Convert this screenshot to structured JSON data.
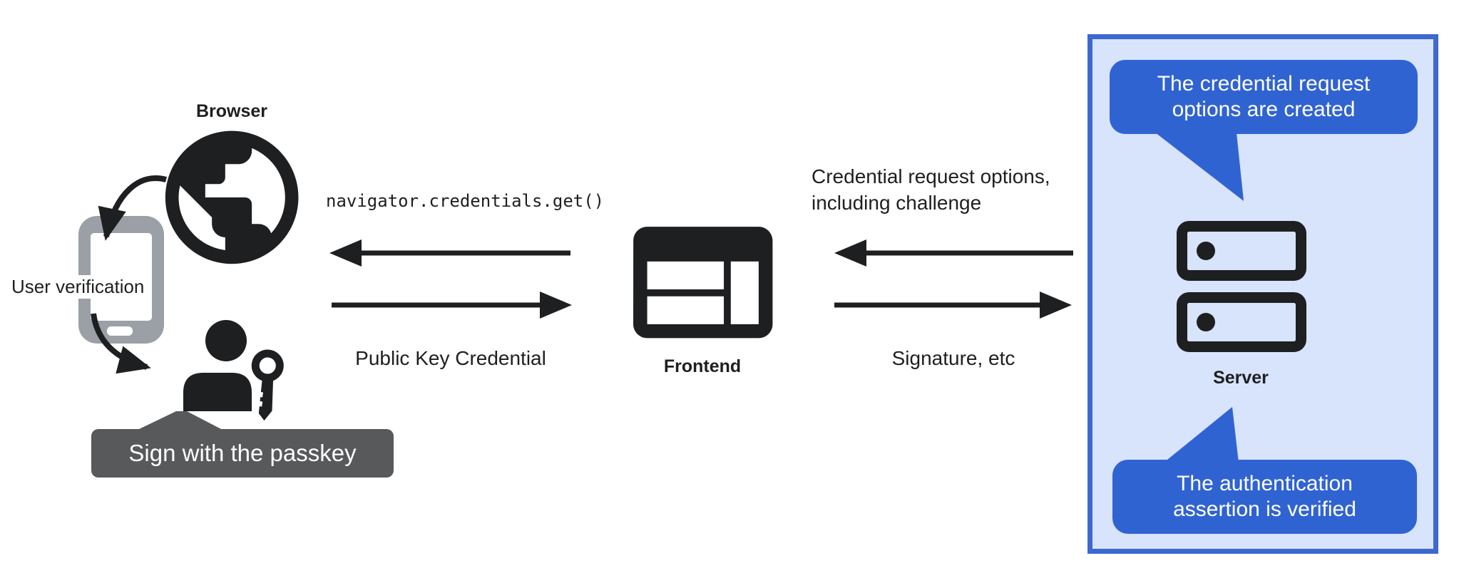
{
  "colors": {
    "ink": "#1e1f21",
    "phone_gray": "#9aa0a6",
    "tooltip_gray": "#58595b",
    "bubble_blue": "#3063d2",
    "panel_bg": "#d8e3fc",
    "panel_border": "#3d68d0"
  },
  "browser": {
    "label": "Browser",
    "user_verification": "User verification",
    "tooltip": "Sign with the passkey"
  },
  "frontend": {
    "label": "Frontend"
  },
  "server": {
    "label": "Server",
    "bubble_top_line1": "The credential request",
    "bubble_top_line2": "options are created",
    "bubble_bottom_line1": "The authentication",
    "bubble_bottom_line2": "assertion is verified"
  },
  "messages": {
    "navigator_call": "navigator.credentials.get()",
    "public_key_credential": "Public Key Credential",
    "credential_request_options_line1": "Credential request options,",
    "credential_request_options_line2": "including challenge",
    "signature": "Signature, etc"
  }
}
